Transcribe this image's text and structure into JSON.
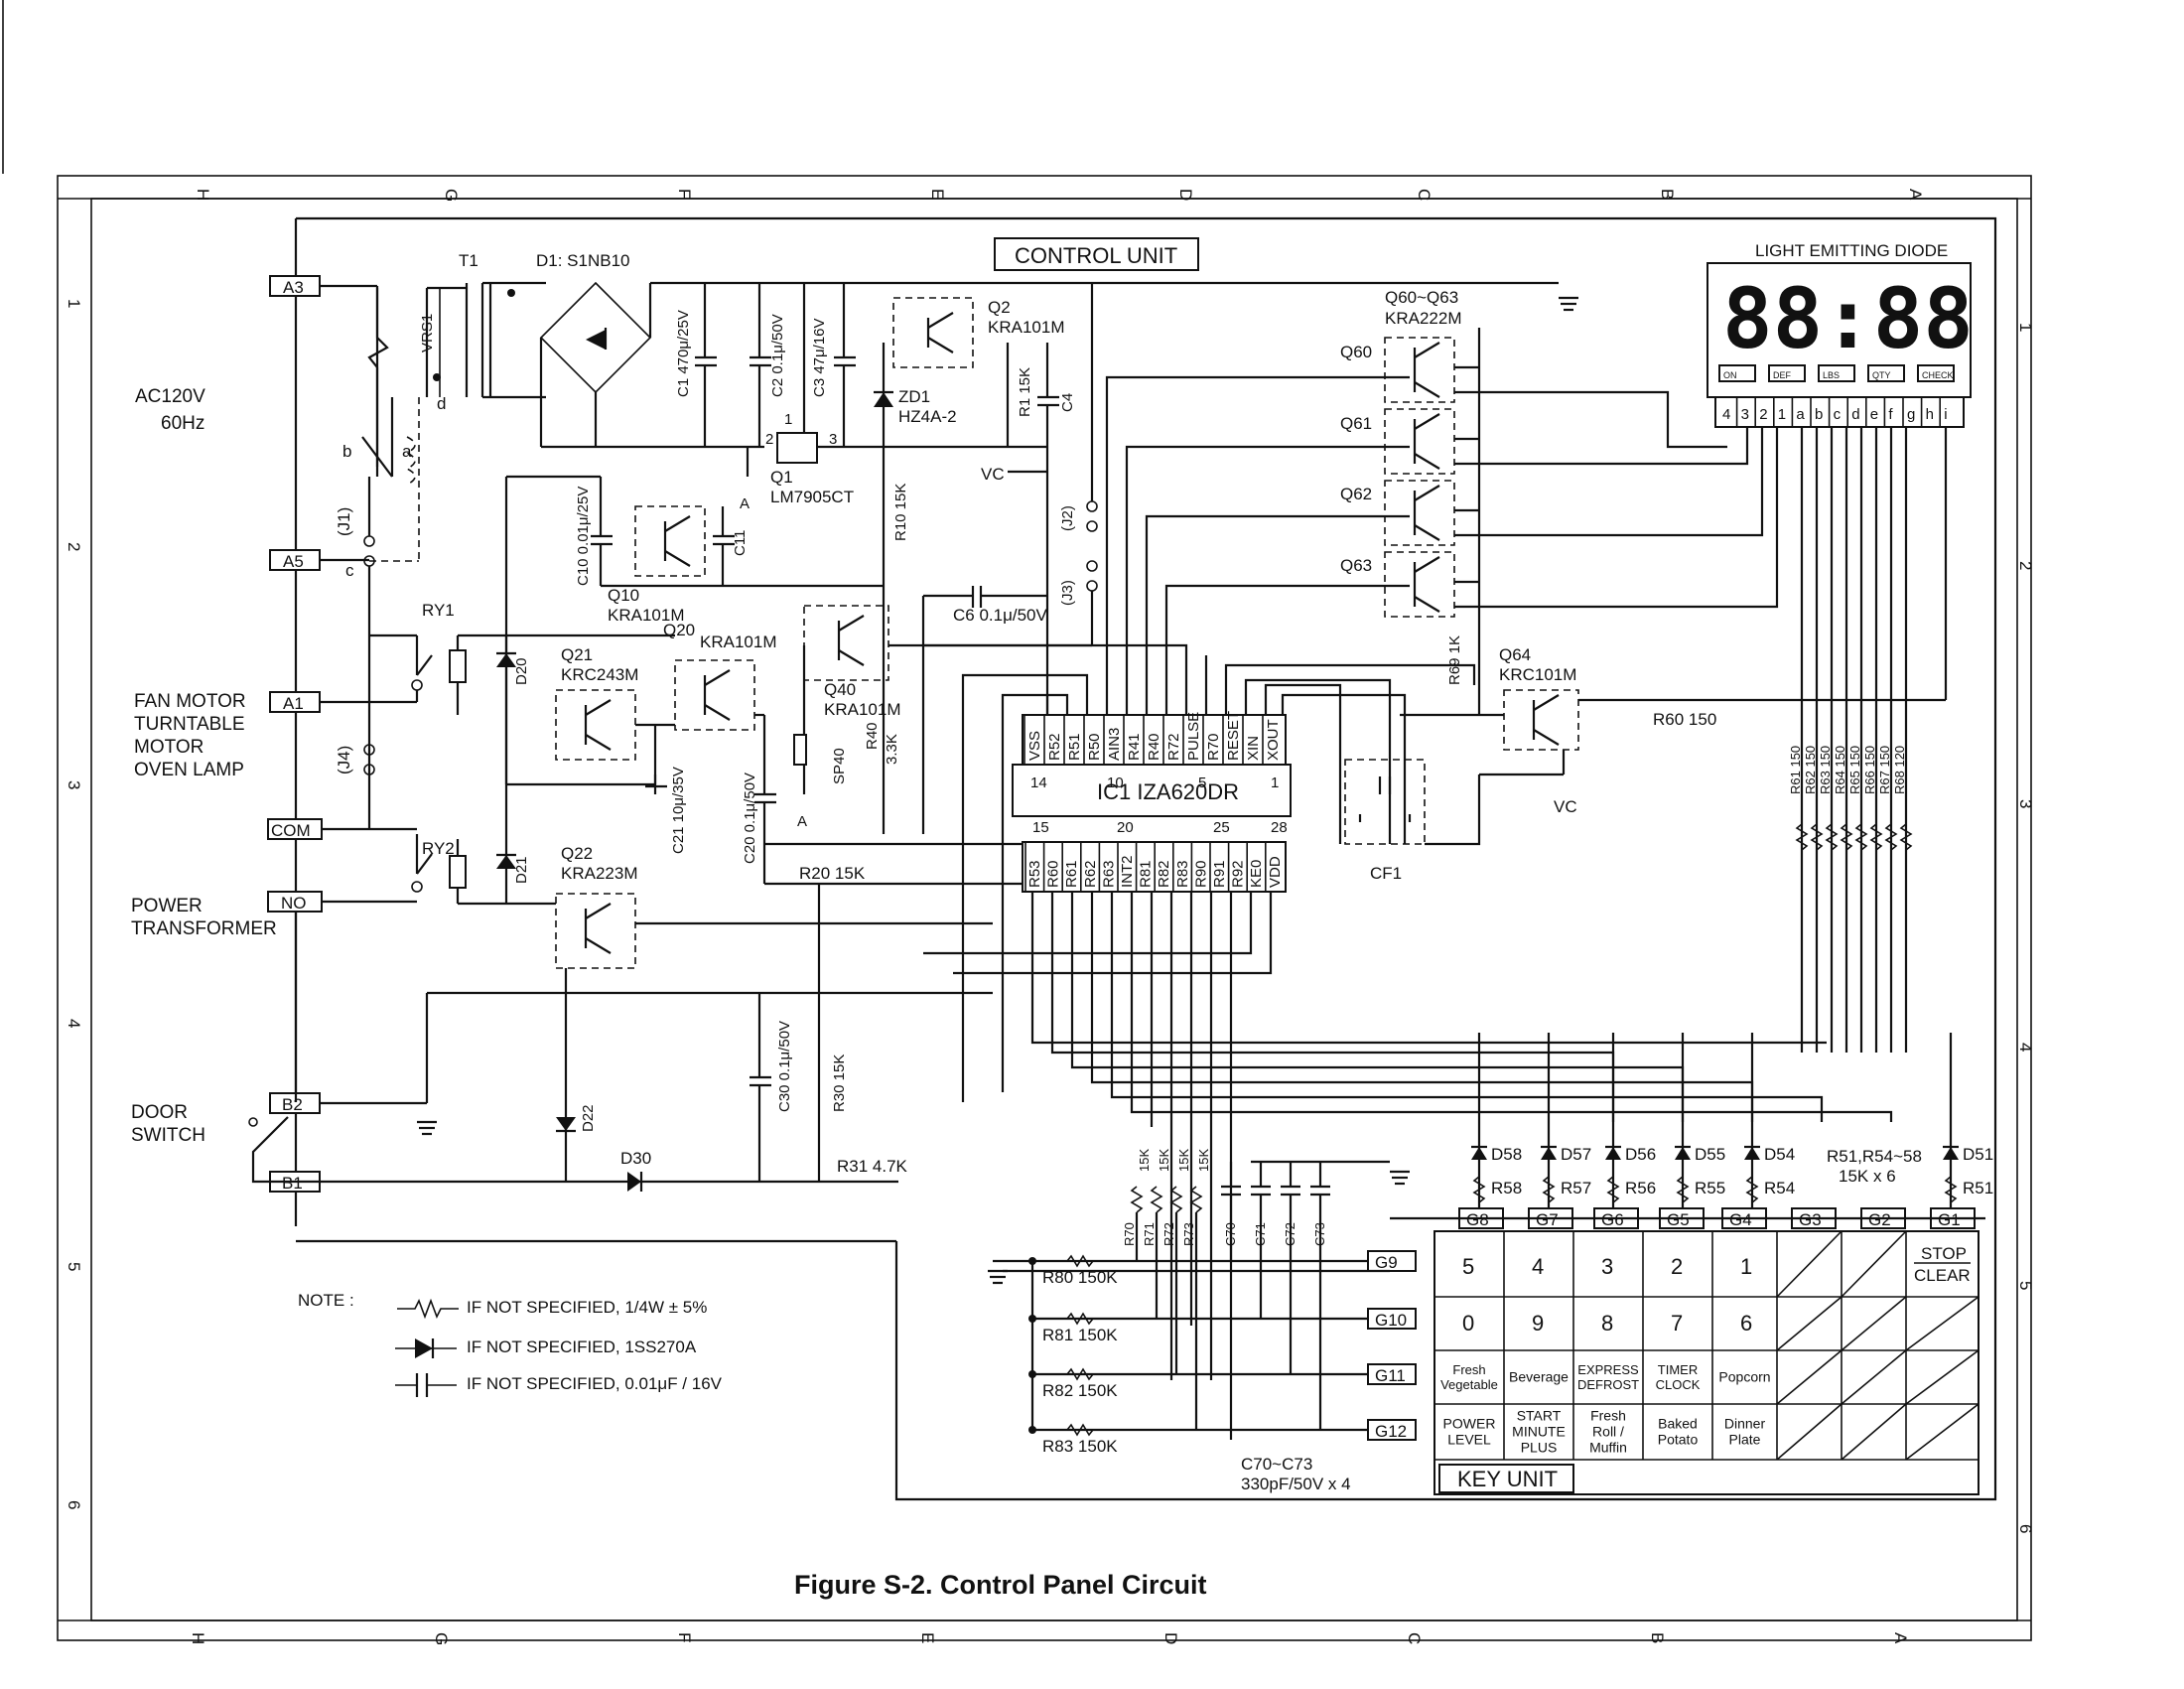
{
  "title": "Figure S-2. Control Panel Circuit",
  "border": {
    "top_letters": [
      "H",
      "G",
      "F",
      "E",
      "D",
      "C",
      "B",
      "A"
    ],
    "side_numbers": [
      "1",
      "2",
      "3",
      "4",
      "5",
      "6"
    ]
  },
  "control_unit_label": "CONTROL UNIT",
  "key_unit_label": "KEY UNIT",
  "led": {
    "label": "LIGHT EMITTING DIODE",
    "digits": "88:88",
    "indicators": [
      "ON",
      "DEF",
      "LBS",
      "QTY",
      "CHECK"
    ],
    "pins": [
      "4",
      "3",
      "2",
      "1",
      "a",
      "b",
      "c",
      "d",
      "e",
      "f",
      "g",
      "h",
      "i"
    ]
  },
  "power": {
    "ac": "AC120V",
    "hz": "60Hz"
  },
  "connectors": [
    "A3",
    "A5",
    "A1",
    "COM",
    "NO",
    "B2",
    "B1"
  ],
  "loads": {
    "fan": [
      "FAN MOTOR",
      "TURNTABLE",
      "MOTOR",
      "OVEN LAMP"
    ],
    "transformer": [
      "POWER",
      "TRANSFORMER"
    ],
    "door": [
      "DOOR",
      "SWITCH"
    ]
  },
  "jumpers": [
    "(J1)",
    "(J2)",
    "(J3)",
    "(J4)"
  ],
  "relays": [
    "RY1",
    "RY2"
  ],
  "small_marks": [
    "a",
    "b",
    "c",
    "d"
  ],
  "parts": {
    "t1": "T1",
    "d1": "D1: S1NB10",
    "vrs1": "VRS1",
    "c1": "C1 470μ/25V",
    "c2": "C2 0.1μ/50V",
    "c3": "C3 47μ/16V",
    "q1a": "Q1",
    "q1b": "LM7905CT",
    "q2a": "Q2",
    "q2b": "KRA101M",
    "zd1a": "ZD1",
    "zd1b": "HZ4A-2",
    "r1": "R1 15K",
    "c4": "C4",
    "vc": "VC",
    "c10": "C10 0.01μ/25V",
    "c11": "C11",
    "q10a": "Q10",
    "q10b": "KRA101M",
    "r10": "R10 15K",
    "c6": "C6 0.1μ/50V",
    "q21a": "Q21",
    "q21b": "KRC243M",
    "q20a": "Q20",
    "q20b": "KRA101M",
    "d20": "D20",
    "d21": "D21",
    "d22": "D22",
    "d30": "D30",
    "q40a": "Q40",
    "q40b": "KRA101M",
    "sp40": "SP40",
    "r40a": "R40",
    "r40b": "3.3K",
    "c21": "C21 10μ/35V",
    "c20": "C20 0.1μ/50V",
    "r20": "R20 15K",
    "q22a": "Q22",
    "q22b": "KRA223M",
    "c30": "C30 0.1μ/50V",
    "r30": "R30 15K",
    "r31": "R31 4.7K",
    "q60_63a": "Q60~Q63",
    "q60_63b": "KRA222M",
    "q60": "Q60",
    "q61": "Q61",
    "q62": "Q62",
    "q63": "Q63",
    "r69": "R69 1K",
    "q64a": "Q64",
    "q64b": "KRC101M",
    "r60": "R60 150",
    "cf1": "CF1",
    "gnd_a": "A",
    "ic1": "IC1  IZA620DR",
    "r61_68": [
      "R61 150",
      "R62 150",
      "R63 150",
      "R64 150",
      "R65 150",
      "R66 150",
      "R67 150",
      "R68 120"
    ],
    "r70_73": [
      "R70",
      "R71",
      "R72",
      "R73"
    ],
    "r15k": "15K",
    "c70_73": [
      "C70",
      "C71",
      "C72",
      "C73"
    ],
    "r80_83": [
      "R80 150K",
      "R81 150K",
      "R82 150K",
      "R83 150K"
    ],
    "c70_73_note": [
      "C70~C73",
      "330pF/50V x 4"
    ],
    "r51_58": [
      "R51,R54~58",
      "15K x 6"
    ],
    "diodes": [
      "D58",
      "D57",
      "D56",
      "D55",
      "D54",
      "D51"
    ],
    "rdiodes": [
      "R58",
      "R57",
      "R56",
      "R55",
      "R54",
      "R51"
    ]
  },
  "ic_top_pins": [
    "VSS",
    "R52",
    "R51",
    "R50",
    "AIN3",
    "R41",
    "R40",
    "R72",
    "PULSE",
    "R70",
    "RESET",
    "XIN",
    "XOUT"
  ],
  "ic_bottom_pins": [
    "R53",
    "R60",
    "R61",
    "R62",
    "R63",
    "INT2",
    "R81",
    "R82",
    "R83",
    "R90",
    "R91",
    "R92",
    "KE0",
    "VDD"
  ],
  "ic_pin_nums": {
    "t14": "14",
    "t10": "10",
    "t5": "5",
    "t1": "1",
    "b15": "15",
    "b20": "20",
    "b25": "25",
    "b28": "28"
  },
  "grid_columns": [
    "G8",
    "G7",
    "G6",
    "G5",
    "G4",
    "G3",
    "G2",
    "G1"
  ],
  "grid_rows": [
    "G9",
    "G10",
    "G11",
    "G12"
  ],
  "keypad": {
    "row1": [
      "5",
      "4",
      "3",
      "2",
      "1"
    ],
    "row2": [
      "0",
      "9",
      "8",
      "7",
      "6"
    ],
    "stop": [
      "STOP",
      "CLEAR"
    ],
    "row3": [
      [
        "Fresh",
        "Vegetable"
      ],
      [
        "Beverage"
      ],
      [
        "EXPRESS",
        "DEFROST"
      ],
      [
        "TIMER",
        "CLOCK"
      ],
      [
        "Popcorn"
      ]
    ],
    "row4": [
      [
        "POWER",
        "LEVEL"
      ],
      [
        "START",
        "MINUTE",
        "PLUS"
      ],
      [
        "Fresh",
        "Roll /",
        "Muffin"
      ],
      [
        "Baked",
        "Potato"
      ],
      [
        "Dinner",
        "Plate"
      ]
    ]
  },
  "notes": {
    "label": "NOTE :",
    "items": [
      "IF NOT SPECIFIED,  1/4W ± 5%",
      "IF NOT SPECIFIED,  1SS270A",
      "IF NOT SPECIFIED,  0.01μF / 16V"
    ]
  }
}
